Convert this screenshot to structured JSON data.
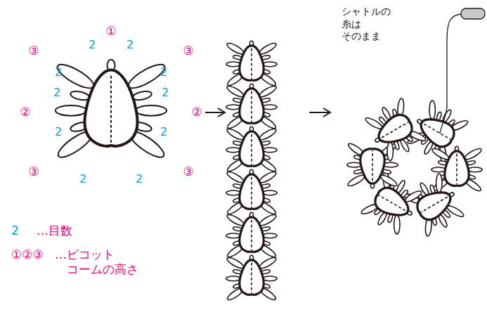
{
  "diagram": {
    "labels": [
      "①",
      "③",
      "③",
      "②",
      "②",
      "③",
      "③",
      "2",
      "2",
      "2",
      "2",
      "2",
      "2",
      "2",
      "2",
      "2",
      "2",
      "2",
      "…目数",
      "①②③",
      "…ピコット コームの高さ",
      "シャトルの 糸は そのまま"
    ]
  }
}
